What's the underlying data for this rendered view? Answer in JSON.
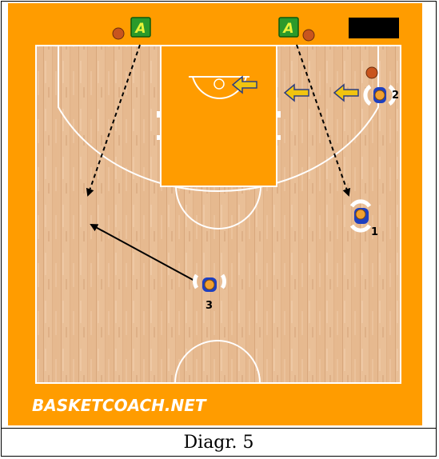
{
  "figure": {
    "caption": "Diagr. 5",
    "brand_text": "BASKETCOACH.NET",
    "assistant_badge": "A",
    "players": [
      {
        "label": "1"
      },
      {
        "label": "2"
      },
      {
        "label": "3"
      }
    ],
    "colors": {
      "court_border": "#ff9c00",
      "floor": "#e6b98f",
      "paint": "#ff9c00",
      "lines": "#ffffff",
      "jersey": "#1e3fbf",
      "badge": "#2b9a2b",
      "ball": "#c8551e",
      "scoreboard": "#000000"
    },
    "icons": [
      "basketball-icon",
      "assistant-badge-icon",
      "pass-arrow-icon",
      "player-icon"
    ]
  }
}
